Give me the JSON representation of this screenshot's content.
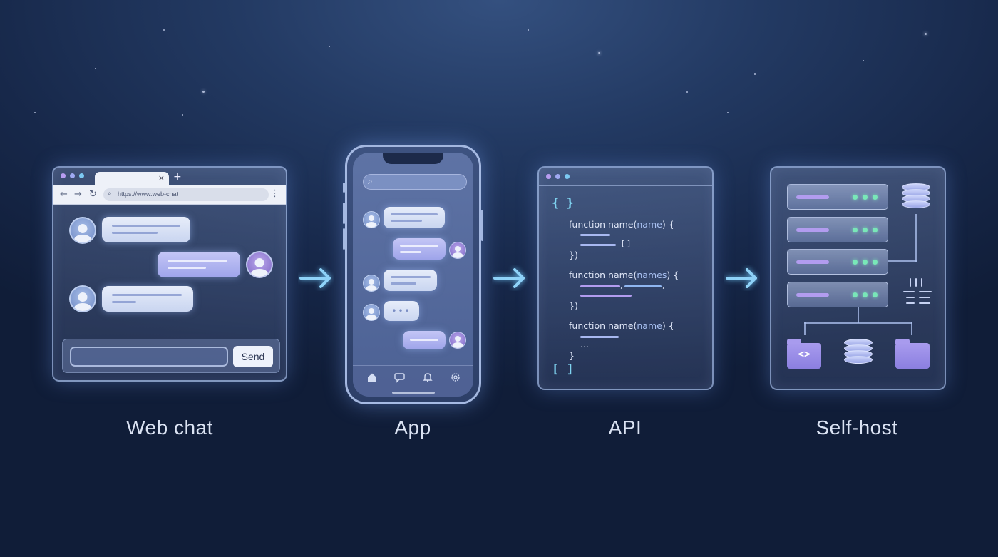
{
  "captions": {
    "web_chat": "Web chat",
    "app": "App",
    "api": "API",
    "self_host": "Self-host"
  },
  "web_chat": {
    "url": "https://www.web-chat",
    "tab_close": "×",
    "tab_new": "+",
    "nav_back": "←",
    "nav_forward": "→",
    "nav_reload": "↻",
    "menu": "⋮",
    "send_label": "Send",
    "window_dot_colors": [
      "#b79cf0",
      "#9fa9f2",
      "#7cc9f2"
    ]
  },
  "app": {
    "typing_indicator": "•••",
    "nav_icons": [
      "home-icon",
      "chat-icon",
      "bell-icon",
      "settings-icon"
    ]
  },
  "api": {
    "open_brace": "{ }",
    "close_brace": "[ ]",
    "blocks": [
      {
        "signature_fn": "function name(",
        "signature_arg": "name",
        "signature_end": ") {",
        "inline": "[ ]",
        "close": "})"
      },
      {
        "signature_fn": "function name(",
        "signature_arg": "names",
        "signature_end": ") {",
        "inline": ",",
        "close": "})"
      },
      {
        "signature_fn": "function name(",
        "signature_arg": "name",
        "signature_end": ") {",
        "inline": "...",
        "close": "}"
      }
    ],
    "window_dot_colors": [
      "#b79cf0",
      "#9fa9f2",
      "#7cc9f2"
    ]
  },
  "self_host": {
    "folder_code_glyph": "<>",
    "rack_led_color": "#79e7b8",
    "slot_color": "#b29cef"
  },
  "colors": {
    "arrow": "#8fd3f8",
    "brace": "#7fd3f0",
    "bubble_purple": "#a9aeee"
  }
}
